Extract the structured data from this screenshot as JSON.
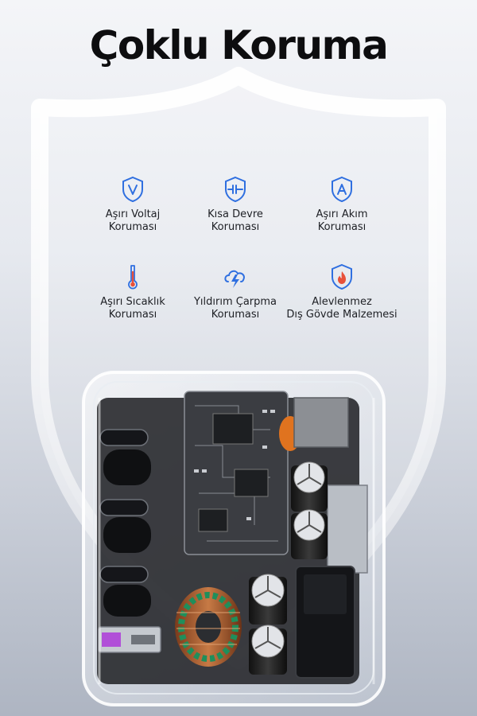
{
  "header": {
    "title": "Çoklu Koruma"
  },
  "features": [
    {
      "label": "Aşırı Voltaj\nKoruması",
      "icon": "shield-v-icon"
    },
    {
      "label": "Kısa Devre\nKoruması",
      "icon": "shield-short-circuit-icon"
    },
    {
      "label": "Aşırı Akım\nKoruması",
      "icon": "shield-a-icon"
    },
    {
      "label": "Aşırı Sıcaklık\nKoruması",
      "icon": "thermometer-icon"
    },
    {
      "label": "Yıldırım Çarpma\nKoruması",
      "icon": "lightning-cloud-icon"
    },
    {
      "label": "Alevlenmez\nDış Gövde Malzemesi",
      "icon": "shield-flame-icon"
    }
  ],
  "colors": {
    "icon_accent": "#2f6fe0",
    "title": "#0d0d0f",
    "label": "#1d1f24"
  }
}
